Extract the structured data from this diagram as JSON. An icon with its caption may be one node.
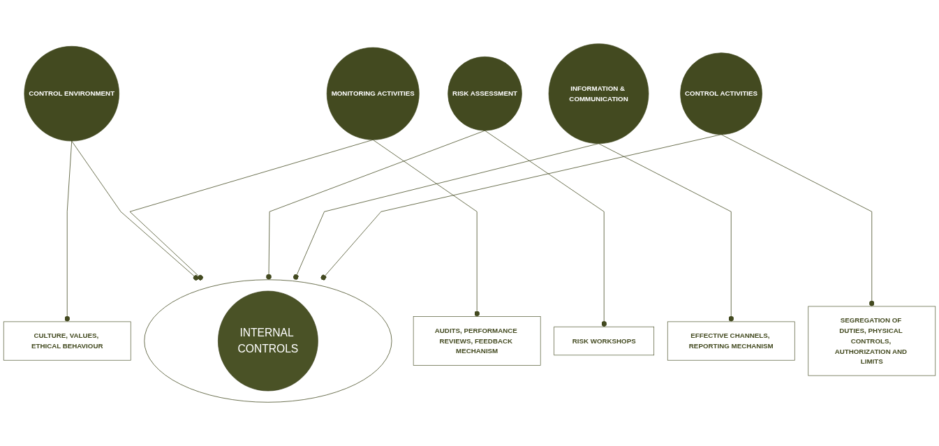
{
  "diagram": {
    "nodes": [
      {
        "text": [
          "CONTROL ENVIRONMENT"
        ]
      },
      {
        "text": [
          "CULTURE, VALUES, ETHICAL BEHAVIOUR"
        ]
      },
      {
        "text": [
          "AUDITS, PERFORMANCE REVIEWS, FEEDBACK MECHANISM"
        ]
      },
      {
        "text": [
          "MONITORING ACTIVITIES"
        ]
      },
      {
        "text": [],
        "shape": "circle"
      },
      {
        "text": [
          "INTERNAL CONTROLS"
        ],
        "in": 4
      },
      {
        "text": [
          "RISK ASSESSMENT"
        ]
      },
      {
        "text": [
          "RISK WORKSHOPS"
        ]
      },
      {
        "text": [
          "EFFECTIVE CHANNELS, REPORTING MECHANISM"
        ]
      },
      {
        "text": [
          "INFORMATION & COMMUNICATION"
        ]
      },
      {
        "text": [
          "CONTROL ACTIVITIES"
        ]
      },
      {
        "text": [
          "SEGREGATION OF DUTIES, PHYSICAL CONTROLS, AUTHORIZATION AND LIMITS"
        ]
      }
    ],
    "edges": [
      {
        "from": 0,
        "to": 4,
        "arrow": "other"
      },
      {
        "from": 0,
        "to": 1,
        "arrow": "other"
      },
      {
        "from": 3,
        "to": 4,
        "arrow": "other"
      },
      {
        "from": 3,
        "to": 2,
        "arrow": "other"
      },
      {
        "from": 6,
        "to": 4,
        "arrow": "other"
      },
      {
        "from": 6,
        "to": 7,
        "arrow": "other"
      },
      {
        "from": 9,
        "to": 4,
        "arrow": "other"
      },
      {
        "from": 9,
        "to": 8,
        "arrow": "other"
      },
      {
        "from": 10,
        "to": 4,
        "arrow": "other"
      },
      {
        "from": 10,
        "to": 11,
        "arrow": "other"
      }
    ]
  }
}
